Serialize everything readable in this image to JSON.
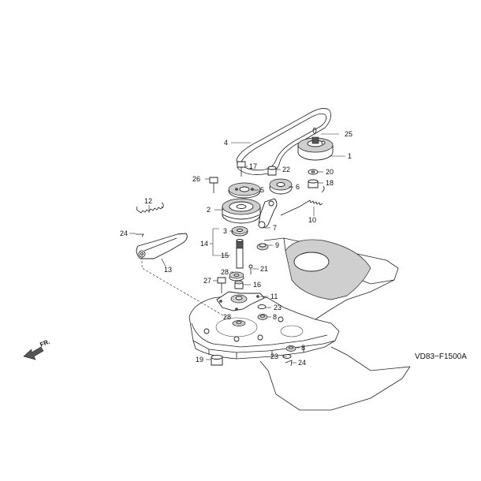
{
  "diagram": {
    "reference_code": "VD83−F1500A",
    "direction_label": "FR.",
    "callouts": [
      {
        "id": "c4",
        "label": "4"
      },
      {
        "id": "c25",
        "label": "25"
      },
      {
        "id": "c1",
        "label": "1"
      },
      {
        "id": "c17",
        "label": "17"
      },
      {
        "id": "c22",
        "label": "22"
      },
      {
        "id": "c20",
        "label": "20"
      },
      {
        "id": "c26",
        "label": "26"
      },
      {
        "id": "c18",
        "label": "18"
      },
      {
        "id": "c5",
        "label": "5"
      },
      {
        "id": "c6",
        "label": "6"
      },
      {
        "id": "c2",
        "label": "2"
      },
      {
        "id": "c12",
        "label": "12"
      },
      {
        "id": "c10",
        "label": "10"
      },
      {
        "id": "c3",
        "label": "3"
      },
      {
        "id": "c7",
        "label": "7"
      },
      {
        "id": "c24a",
        "label": "24"
      },
      {
        "id": "c14",
        "label": "14"
      },
      {
        "id": "c9",
        "label": "9"
      },
      {
        "id": "c15",
        "label": "15"
      },
      {
        "id": "c13",
        "label": "13"
      },
      {
        "id": "c21",
        "label": "21"
      },
      {
        "id": "c28a",
        "label": "28"
      },
      {
        "id": "c27",
        "label": "27"
      },
      {
        "id": "c16",
        "label": "16"
      },
      {
        "id": "c11",
        "label": "11"
      },
      {
        "id": "c23a",
        "label": "23"
      },
      {
        "id": "c28b",
        "label": "28"
      },
      {
        "id": "c8a",
        "label": "8"
      },
      {
        "id": "c8b",
        "label": "8"
      },
      {
        "id": "c19",
        "label": "19"
      },
      {
        "id": "c23b",
        "label": "23"
      },
      {
        "id": "c24b",
        "label": "24"
      }
    ]
  }
}
